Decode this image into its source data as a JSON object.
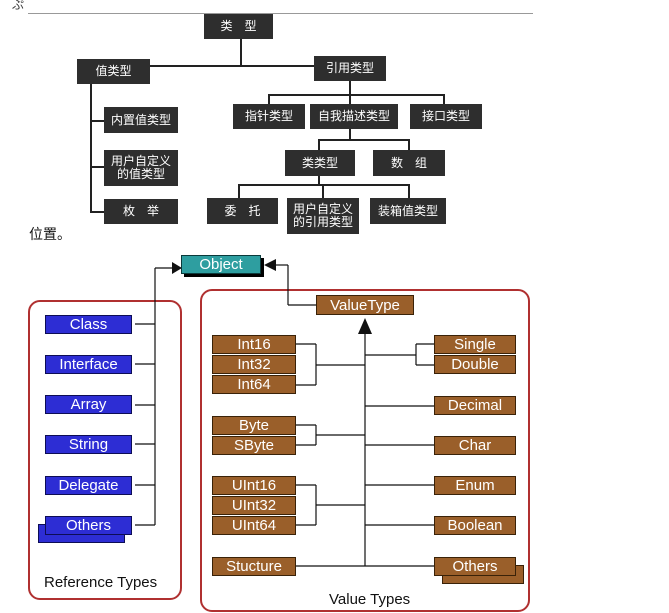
{
  "top_mark": "ぷ",
  "tree": {
    "root": "类　型",
    "value_type": "值类型",
    "ref_type": "引用类型",
    "builtin": "内置值类型",
    "user_value": "用户自定义\n的值类型",
    "enum": "枚　举",
    "pointer": "指针类型",
    "self_desc": "自我描述类型",
    "interface_type": "接口类型",
    "class_type": "类类型",
    "array": "数　组",
    "delegate": "委　托",
    "user_ref": "用户自定义\n的引用类型",
    "boxed": "装箱值类型"
  },
  "middle_text": "位置。",
  "ctsdiagram": {
    "object": "Object",
    "valuetype": "ValueType",
    "reference_caption": "Reference Types",
    "value_caption": "Value Types",
    "reference_items": [
      "Class",
      "Interface",
      "Array",
      "String",
      "Delegate",
      "Others"
    ],
    "int_group": [
      "Int16",
      "Int32",
      "Int64"
    ],
    "byte_group": [
      "Byte",
      "SByte"
    ],
    "uint_group": [
      "UInt16",
      "UInt32",
      "UInt64"
    ],
    "stucture": "Stucture",
    "float_group": [
      "Single",
      "Double"
    ],
    "decimal": "Decimal",
    "char": "Char",
    "enum": "Enum",
    "boolean": "Boolean",
    "others": "Others"
  }
}
